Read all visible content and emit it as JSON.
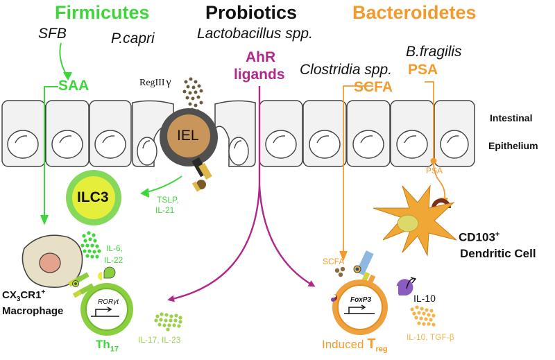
{
  "colors": {
    "firmicutes": "#3ed63a",
    "bacteroidetes": "#f39a2c",
    "ahr": "#b0288a",
    "black": "#111111",
    "ilc3_fill": "#e6ee3c",
    "iel_fill": "#c8955b",
    "iel_ring": "#505050",
    "dendritic": "#f1a736",
    "dendritic_nucleus": "#ddd86a",
    "macrophage": "#e8dfc7",
    "macrophage_nucleus": "#e4a48c",
    "th17": "#8ccf3e",
    "treg": "#f0a13e",
    "psa_brown": "#7a2f18",
    "epithelium_fill": "#f2f2f2"
  },
  "headers": {
    "firmicutes": "Firmicutes",
    "probiotics": "Probiotics",
    "bacteroidetes": "Bacteroidetes"
  },
  "species": {
    "sfb": "SFB",
    "pcapri": "P.capri",
    "lactobacillus": "Lactobacillus spp.",
    "clostridia": "Clostridia spp.",
    "bfragilis": "B.fragilis"
  },
  "molecules": {
    "saa": "SAA",
    "ahr_line1": "AhR",
    "ahr_line2": "ligands",
    "psa": "PSA",
    "scfa": "SCFA",
    "reg3_prefix": "RegIII",
    "reg3_greek": "γ",
    "psa_small": "PSA",
    "scfa_small": "SCFA"
  },
  "epithelium": {
    "line1": "Intestinal",
    "line2": "Epithelium"
  },
  "cells": {
    "iel": "IEL",
    "ilc3": "ILC3",
    "macrophage_cx": "CX",
    "macrophage_sub": "3",
    "macrophage_cr": "CR1",
    "macrophage_sup": "+",
    "macrophage_line2": "Macrophage",
    "dendritic_cd": "CD103",
    "dendritic_sup": "+",
    "dendritic_line2": "Dendritic Cell",
    "th17_base": "Th",
    "th17_sub": "17",
    "treg_prefix": "Induced ",
    "treg_base": "T",
    "treg_sub": "reg",
    "rorgt": "RORγt",
    "foxp3": "FoxP3"
  },
  "cytokines": {
    "tslp_1": "TSLP,",
    "tslp_2": "IL-21",
    "il6_1": "IL-6,",
    "il6_2": "IL-22",
    "il17": "IL-17, IL-23",
    "il10_small": "IL-10",
    "il10_tgf": "IL-10, TGF-β"
  }
}
